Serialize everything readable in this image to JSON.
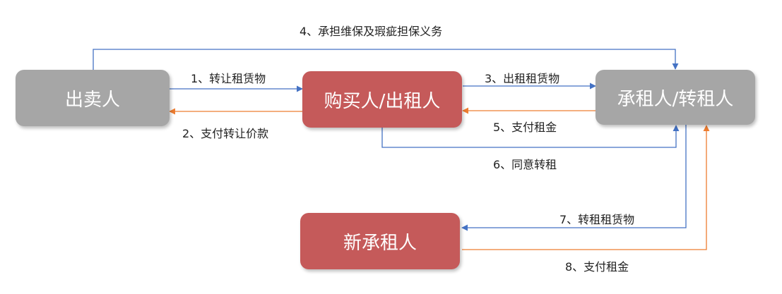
{
  "nodes": {
    "seller": "出卖人",
    "buyer_lessor": "购买人/出租人",
    "lessee_sublessor": "承租人/转租人",
    "new_lessee": "新承租人"
  },
  "edges": {
    "e1": "1、转让租赁物",
    "e2": "2、支付转让价款",
    "e3": "3、出租租赁物",
    "e4": "4、承担维保及瑕疵担保义务",
    "e5": "5、支付租金",
    "e6": "6、同意转租",
    "e7": "7、转租租赁物",
    "e8": "8、支付租金"
  },
  "colors": {
    "blue_arrow": "#4472c4",
    "orange_arrow": "#ed7d31",
    "gray_box": "#a6a6a6",
    "red_box": "#c55a5a"
  }
}
